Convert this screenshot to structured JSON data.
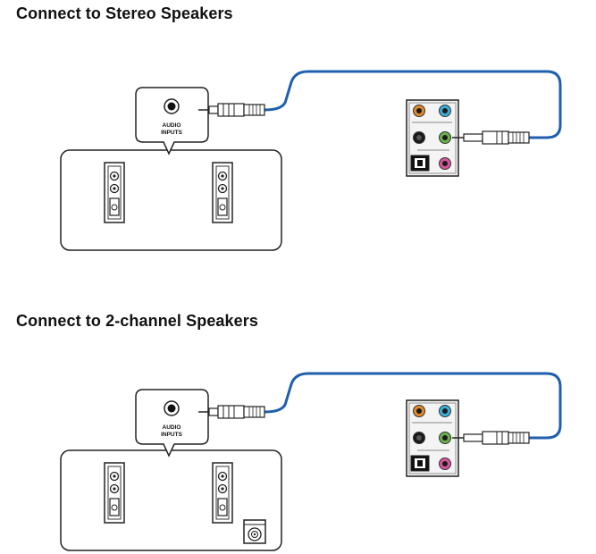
{
  "sections": [
    {
      "title": "Connect to Stereo Speakers",
      "audio_label_line1": "AUDIO",
      "audio_label_line2": "INPUTS",
      "subwoofer": false
    },
    {
      "title": "Connect to 2-channel Speakers",
      "audio_label_line1": "AUDIO",
      "audio_label_line2": "INPUTS",
      "subwoofer": true
    }
  ],
  "colors": {
    "cable": "#1f5fae",
    "jack_orange": "#e08a2c",
    "jack_blue": "#3aaed8",
    "jack_black": "#1a1a1a",
    "jack_green": "#6ab04c",
    "jack_pink": "#d9559b"
  },
  "icons": [
    "audio-input-jack-icon",
    "speaker-icon",
    "subwoofer-icon",
    "audio-plug-icon",
    "audio-panel-icon",
    "optical-port-icon"
  ]
}
